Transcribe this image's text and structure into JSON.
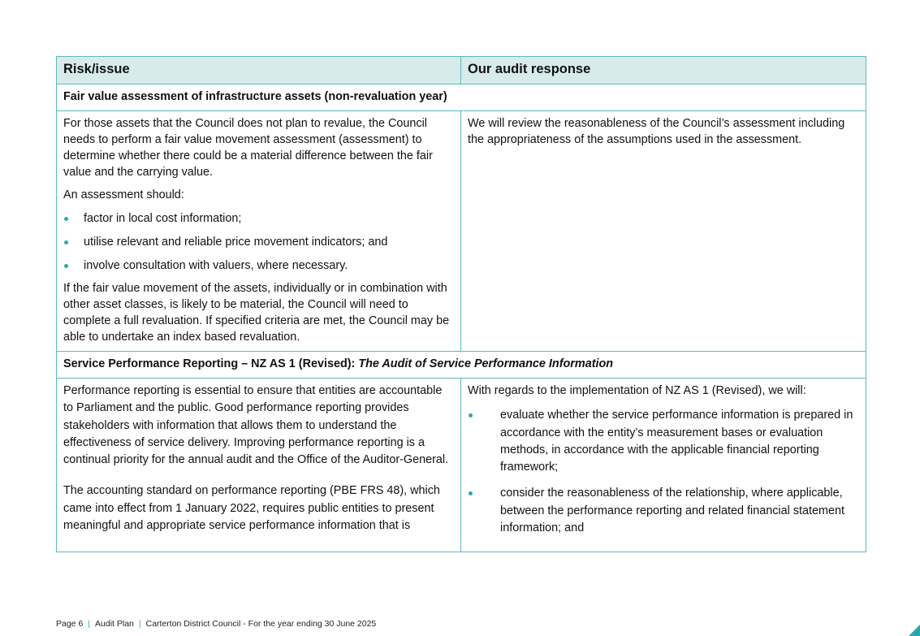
{
  "table": {
    "col1_header": "Risk/issue",
    "col2_header": "Our audit response",
    "section1": {
      "title": "Fair value assessment of infrastructure assets (non-revaluation year)",
      "risk_para1": "For those assets that the Council does not plan to revalue, the Council needs to perform a fair value movement assessment (assessment) to determine whether there could be a material difference between the fair value and the carrying value.",
      "risk_para2": "An assessment should:",
      "risk_bullets": [
        "factor in local cost information;",
        "utilise relevant and reliable price movement indicators; and",
        "involve consultation with valuers, where necessary."
      ],
      "risk_para3": "If the fair value movement of the assets, individually or in combination with other asset classes, is likely to be material, the Council will need to complete a full revaluation. If specified criteria are met, the Council may be able to undertake an index based revaluation.",
      "response_para1": "We will review the reasonableness of the Council’s assessment including the appropriateness of the assumptions used in the assessment."
    },
    "section2": {
      "title_bold": "Service Performance Reporting – NZ AS 1 (Revised): ",
      "title_italic": "The Audit of Service Performance Information",
      "risk_para1": "Performance reporting is essential to ensure that entities are accountable to Parliament and the public. Good performance reporting provides stakeholders with information that allows them to understand the effectiveness of service delivery. Improving performance reporting is a continual priority for the annual audit and the Office of the Auditor-General.",
      "risk_para2": "The accounting standard on performance reporting (PBE FRS 48), which came into effect from 1 January 2022, requires public entities to present meaningful and appropriate service performance information that is",
      "response_intro": "With regards to the implementation of NZ AS 1 (Revised), we will:",
      "response_bullets": [
        "evaluate whether the service performance information is prepared in accordance with the entity’s measurement bases or evaluation methods, in accordance with the applicable financial reporting framework;",
        "consider the reasonableness of the relationship, where applicable, between the performance reporting and related financial statement information; and"
      ]
    }
  },
  "footer": {
    "page": "Page 6",
    "doc": "Audit Plan",
    "client": "Carterton District Council - For the year ending 30 June 2025"
  },
  "accent_color": "#2aa8b0"
}
